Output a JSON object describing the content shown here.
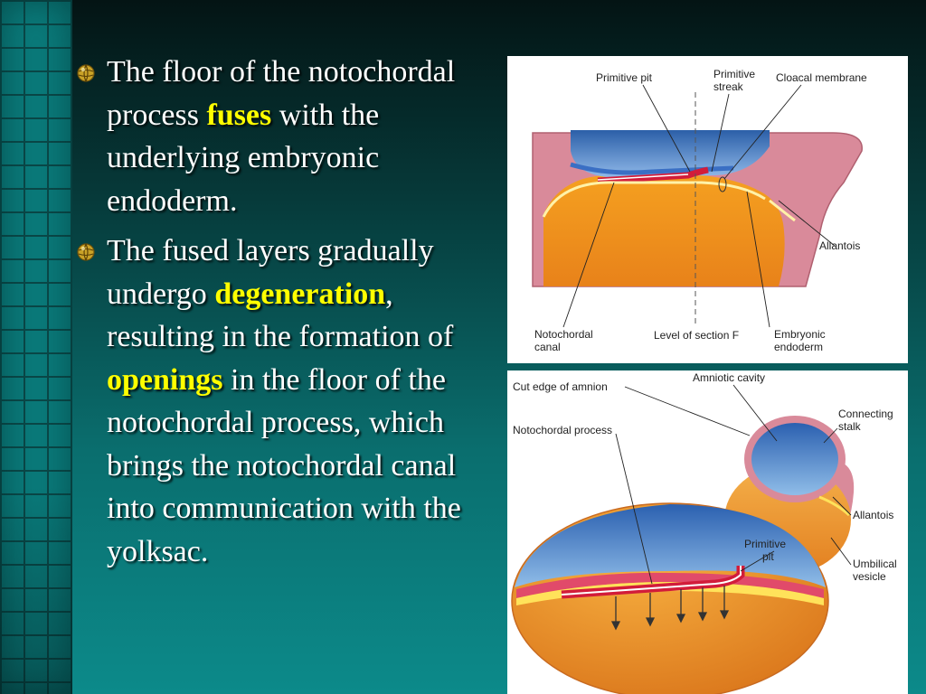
{
  "bullets": [
    {
      "parts": [
        {
          "text": "The floor of the notochordal process ",
          "highlight": false
        },
        {
          "text": "fuses",
          "highlight": true
        },
        {
          "text": " with the underlying embryonic endoderm.",
          "highlight": false
        }
      ]
    },
    {
      "parts": [
        {
          "text": "The fused layers gradually undergo ",
          "highlight": false
        },
        {
          "text": "degeneration",
          "highlight": true
        },
        {
          "text": ", resulting in the formation of ",
          "highlight": false
        },
        {
          "text": "openings",
          "highlight": true
        },
        {
          "text": " in the floor of the notochordal process, which brings the notochordal canal into communication with the yolksac.",
          "highlight": false
        }
      ]
    }
  ],
  "figure_top": {
    "labels": {
      "primitive_pit": "Primitive pit",
      "primitive_streak_1": "Primitive",
      "primitive_streak_2": "streak",
      "cloacal_membrane": "Cloacal membrane",
      "allantois": "Allantois",
      "notochordal_canal_1": "Notochordal",
      "notochordal_canal_2": "canal",
      "level_of_section": "Level of section F",
      "embryonic_endoderm_1": "Embryonic",
      "embryonic_endoderm_2": "endoderm"
    }
  },
  "figure_bottom": {
    "labels": {
      "cut_edge_of_amnion": "Cut edge of amnion",
      "amniotic_cavity": "Amniotic cavity",
      "connecting_stalk_1": "Connecting",
      "connecting_stalk_2": "stalk",
      "notochordal_process": "Notochordal process",
      "allantois": "Allantois",
      "primitive_pit_1": "Primitive",
      "primitive_pit_2": "pit",
      "umbilical_vesicle_1": "Umbilical",
      "umbilical_vesicle_2": "vesicle"
    }
  },
  "colors": {
    "highlight": "#ffff00",
    "text": "#ffffff"
  },
  "icons": {
    "bullet": "gold-globe-bullet-icon"
  }
}
